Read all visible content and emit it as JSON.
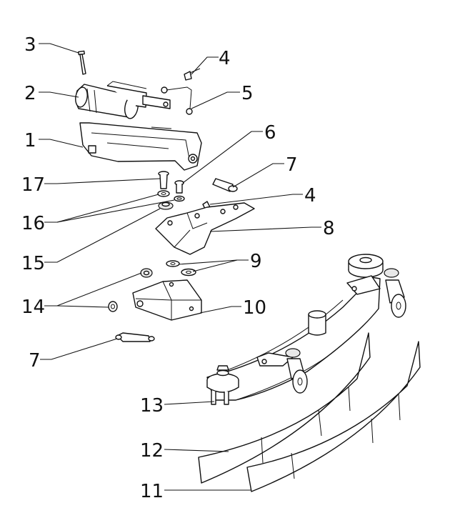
{
  "callouts": [
    {
      "id": "c1",
      "text": "1"
    },
    {
      "id": "c2",
      "text": "2"
    },
    {
      "id": "c3",
      "text": "3"
    },
    {
      "id": "c4a",
      "text": "4"
    },
    {
      "id": "c5",
      "text": "5"
    },
    {
      "id": "c6",
      "text": "6"
    },
    {
      "id": "c7a",
      "text": "7"
    },
    {
      "id": "c4b",
      "text": "4"
    },
    {
      "id": "c17",
      "text": "17"
    },
    {
      "id": "c16",
      "text": "16"
    },
    {
      "id": "c8",
      "text": "8"
    },
    {
      "id": "c15",
      "text": "15"
    },
    {
      "id": "c9",
      "text": "9"
    },
    {
      "id": "c14",
      "text": "14"
    },
    {
      "id": "c10",
      "text": "10"
    },
    {
      "id": "c7b",
      "text": "7"
    },
    {
      "id": "c13",
      "text": "13"
    },
    {
      "id": "c12",
      "text": "12"
    },
    {
      "id": "c11",
      "text": "11"
    }
  ]
}
